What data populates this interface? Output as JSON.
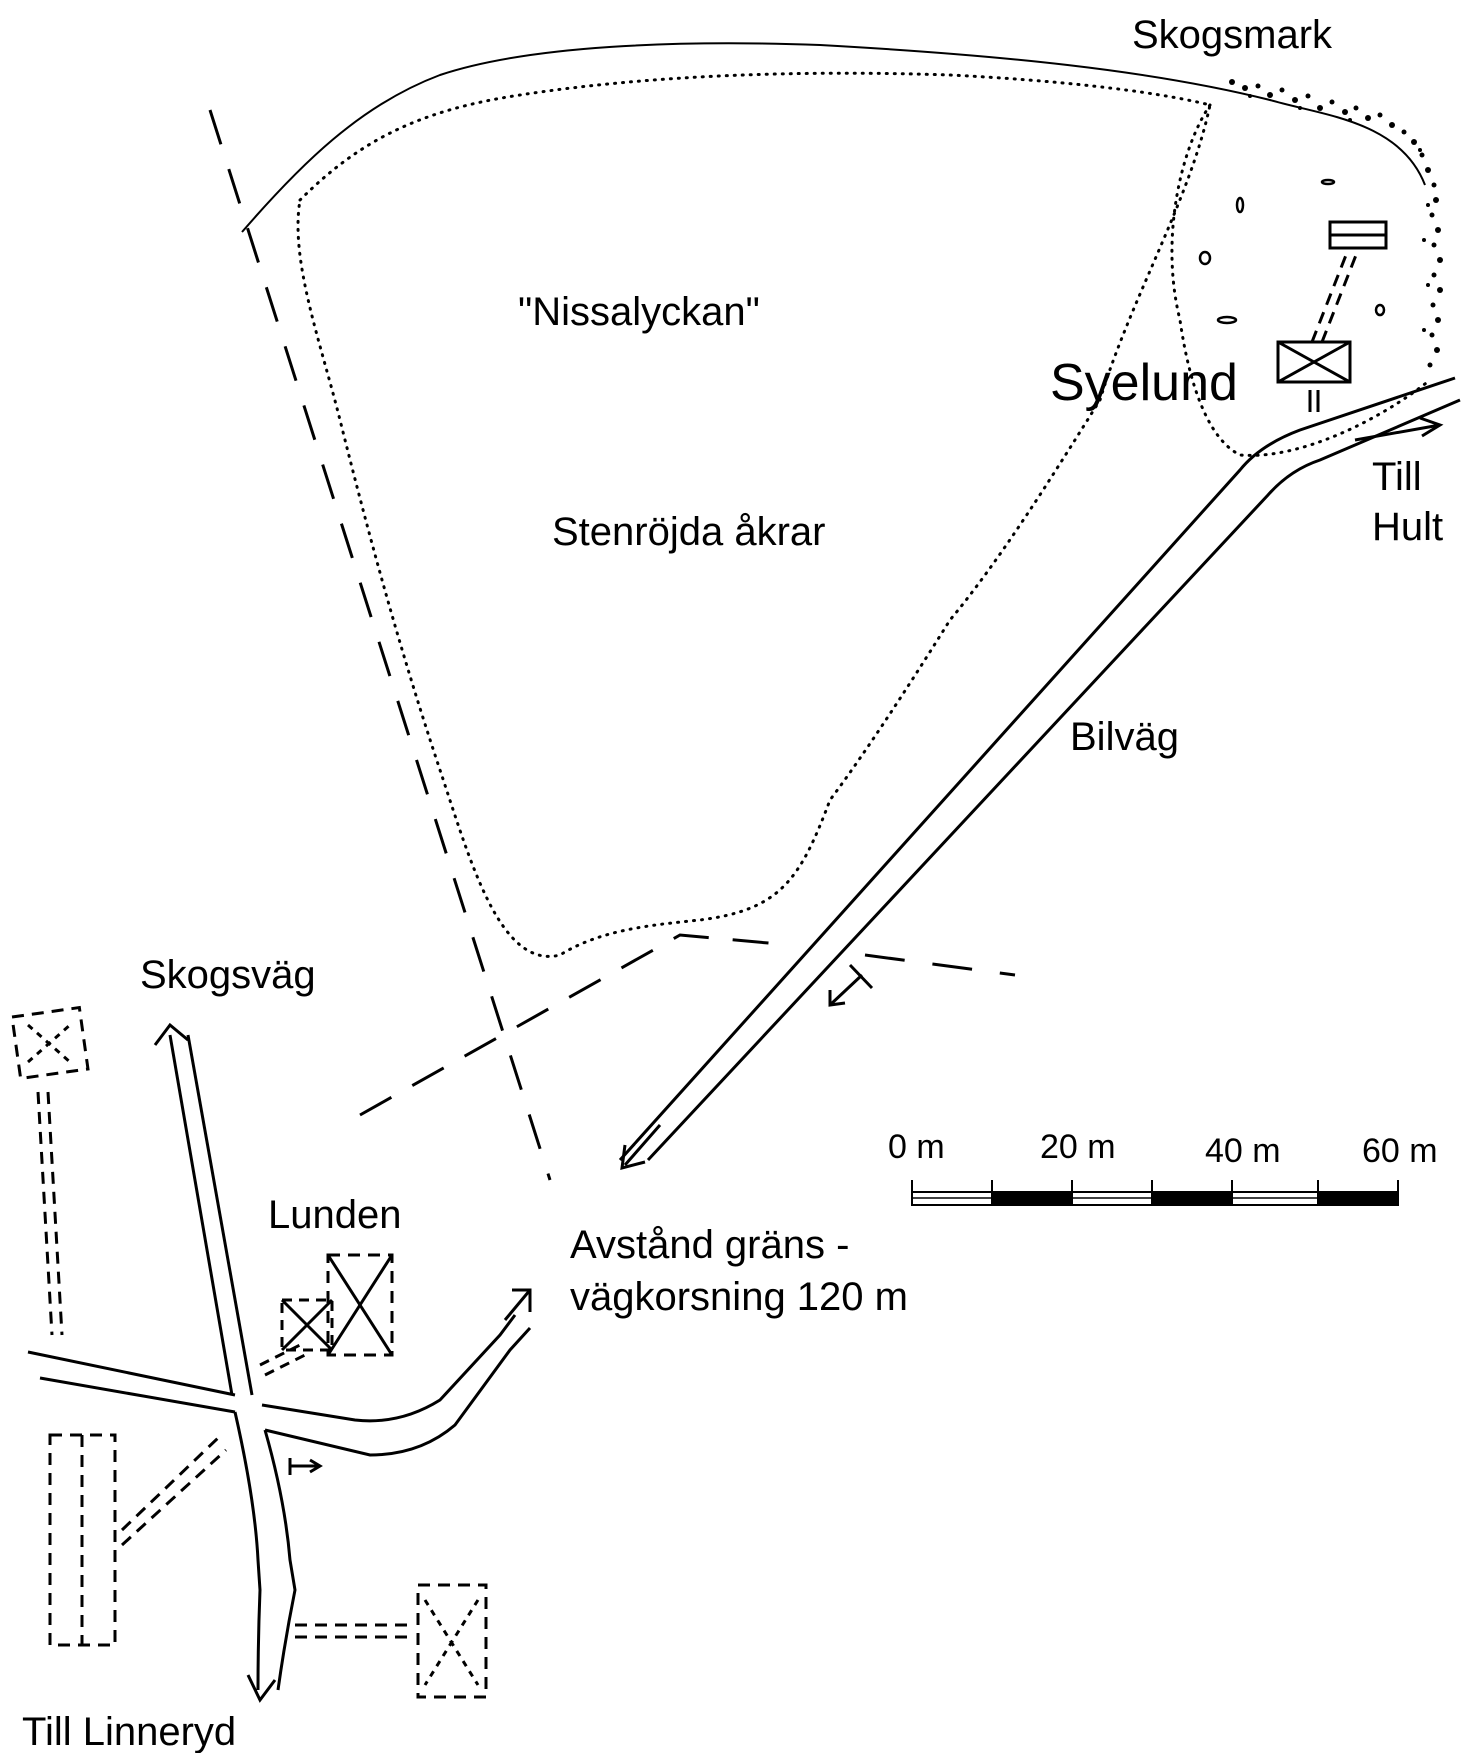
{
  "map": {
    "labels": {
      "skogsmark": "Skogsmark",
      "nissalyckan": "\"Nissalyckan\"",
      "syelund": "Syelund",
      "stenrojda": "Stenröjda åkrar",
      "bilvag": "Bilväg",
      "till_hult_1": "Till",
      "till_hult_2": "Hult",
      "skogsvag": "Skogsväg",
      "lunden": "Lunden",
      "avstand_1": "Avstånd gräns -",
      "avstand_2": "vägkorsning 120 m",
      "till_linneryd": "Till Linneryd"
    },
    "scale_bar": {
      "ticks": [
        "0 m",
        "20 m",
        "40 m",
        "60 m"
      ]
    },
    "colors": {
      "ink": "#000000",
      "paper": "#ffffff"
    }
  }
}
